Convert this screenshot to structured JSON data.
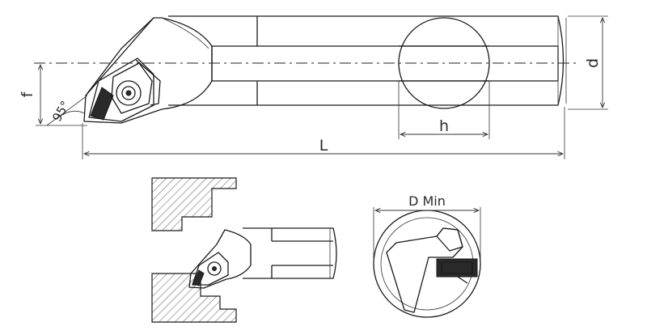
{
  "labels": {
    "length": "L",
    "diameter": "d",
    "height": "h",
    "offset": "f",
    "angle": "95°",
    "min_bore": "D Min"
  }
}
